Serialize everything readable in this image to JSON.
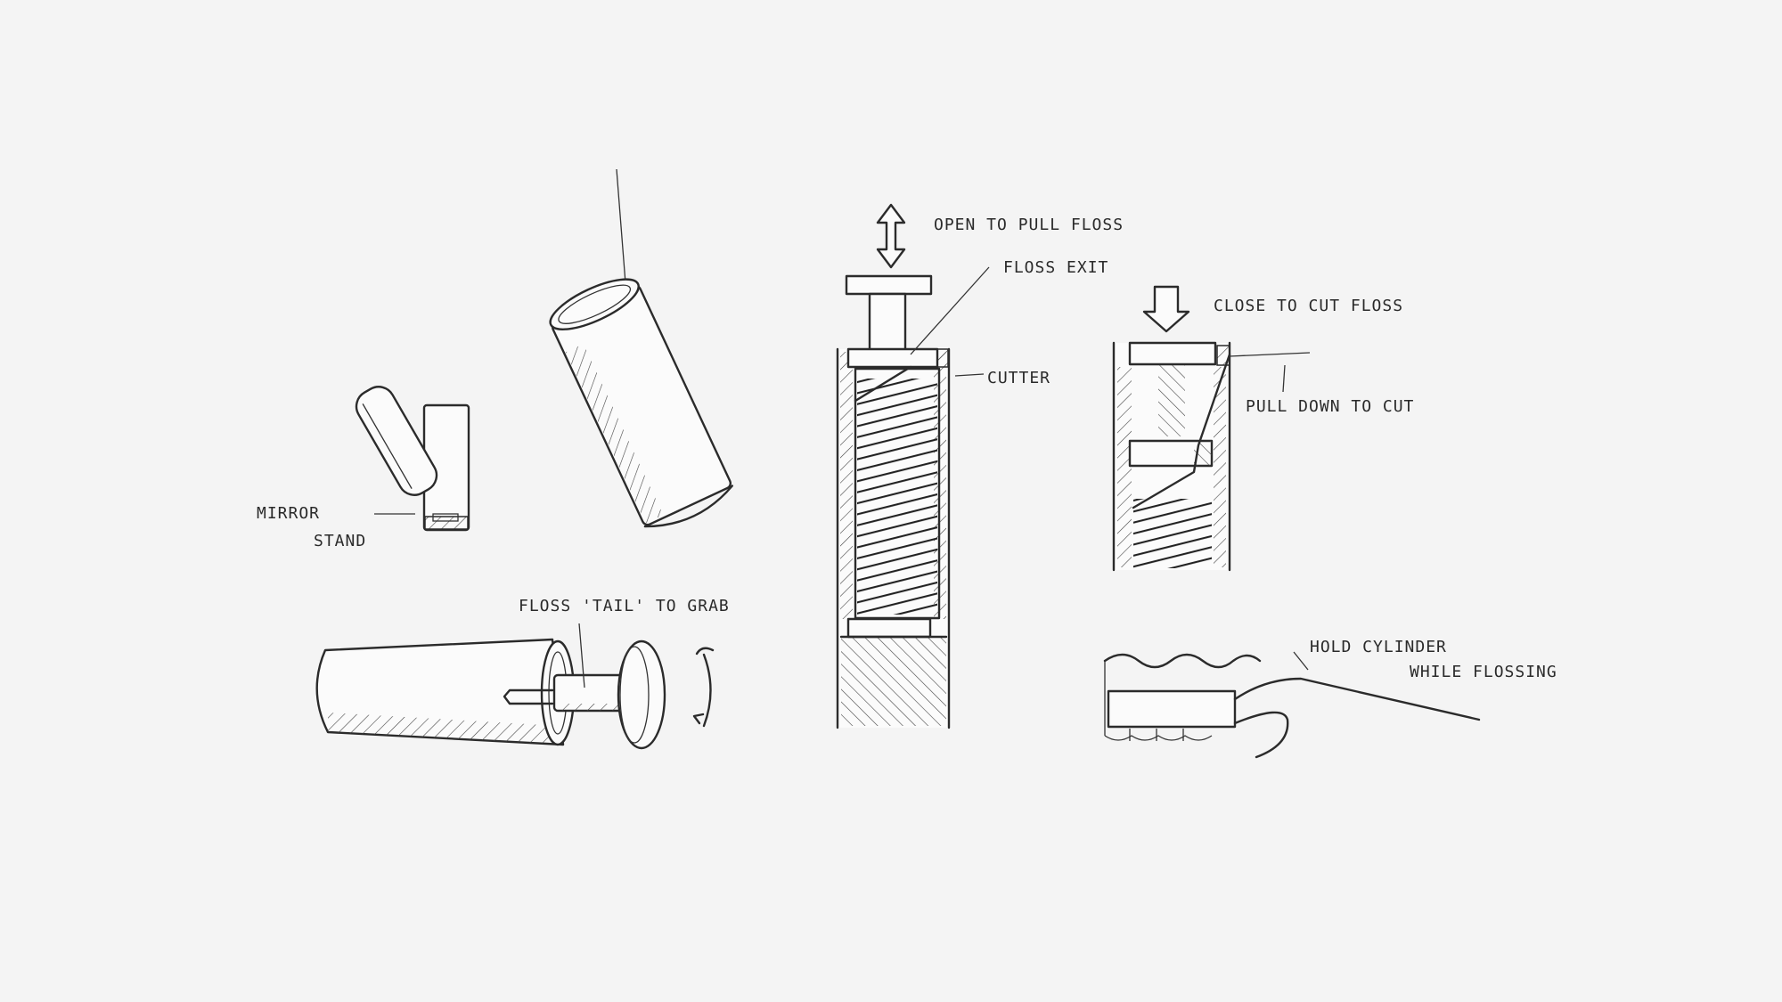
{
  "annotations": {
    "mirror": "MIRROR",
    "stand": "STAND",
    "floss_tail": "FLOSS 'TAIL' TO GRAB",
    "open_pull": "OPEN TO PULL FLOSS",
    "floss_exit": "FLOSS EXIT",
    "cutter": "CUTTER",
    "close_cut": "CLOSE TO CUT FLOSS",
    "pull_down": "PULL DOWN TO CUT",
    "hold_cylinder": "HOLD CYLINDER",
    "while_flossing": "WHILE FLOSSING"
  },
  "colors": {
    "ink": "#2b2b2b",
    "paper": "#f4f4f4"
  }
}
